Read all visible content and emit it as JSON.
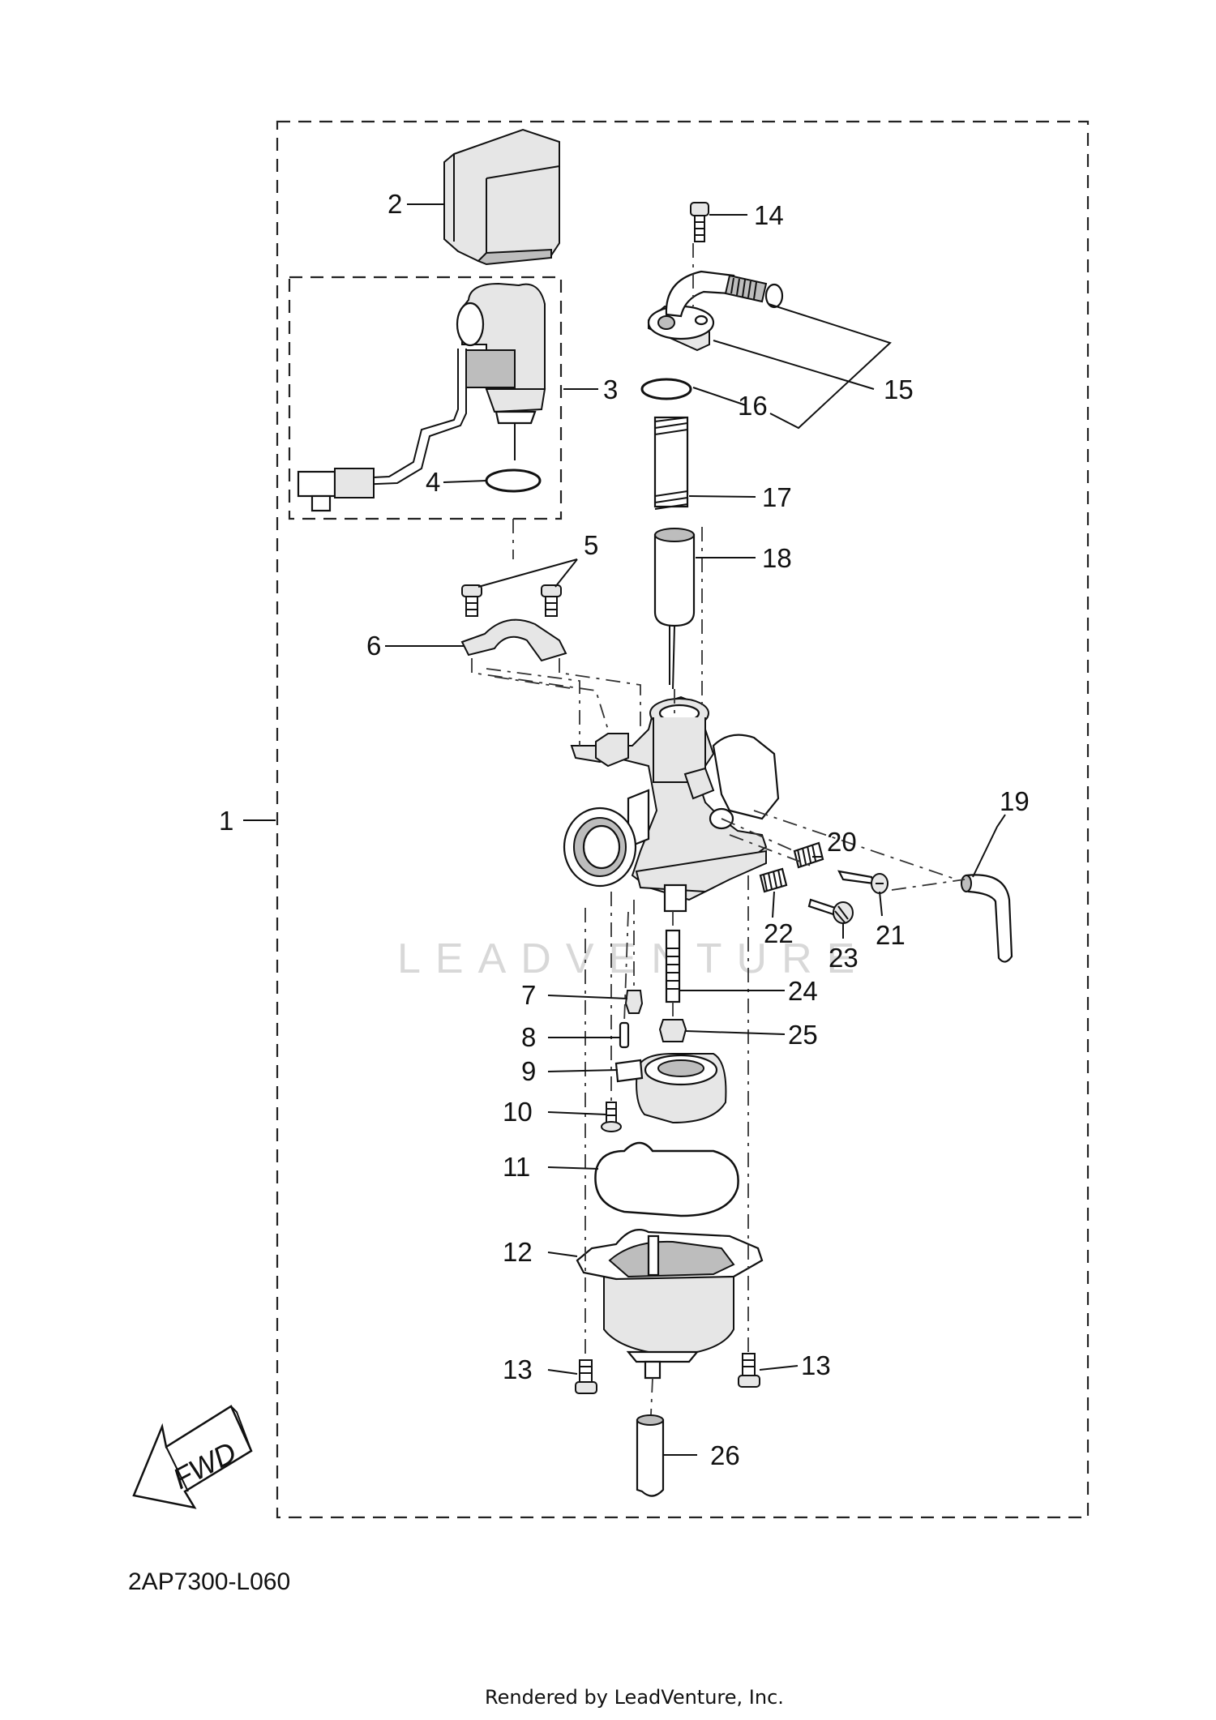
{
  "diagram": {
    "part_code": "2AP7300-L060",
    "rendered_by": "Rendered by LeadVenture, Inc.",
    "watermark": "LEADVENTURE",
    "fwd_label": "FWD",
    "callouts": [
      "1",
      "2",
      "3",
      "4",
      "5",
      "6",
      "7",
      "8",
      "9",
      "10",
      "11",
      "12",
      "13",
      "13",
      "14",
      "15",
      "16",
      "17",
      "18",
      "19",
      "20",
      "21",
      "22",
      "23",
      "24",
      "25",
      "26"
    ]
  }
}
